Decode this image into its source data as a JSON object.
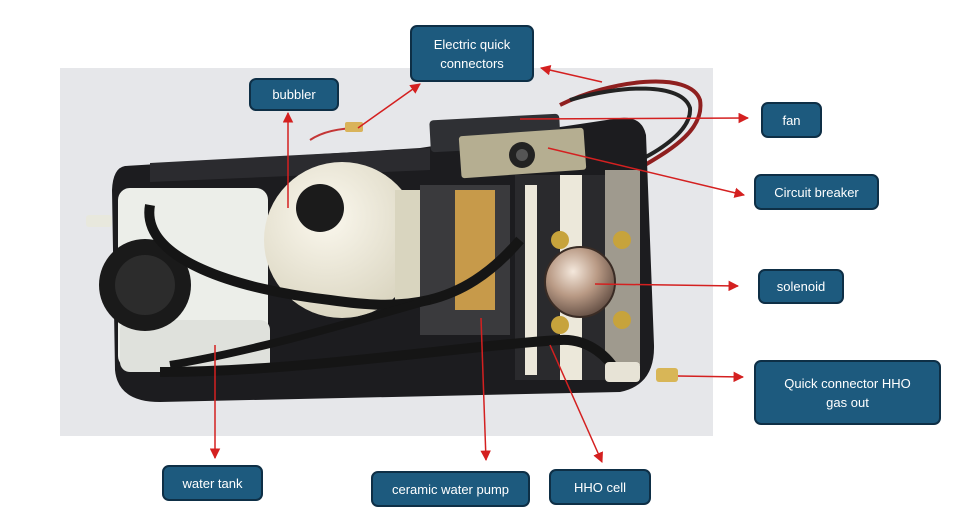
{
  "labels": {
    "electric_quick_connectors": "Electric quick connectors",
    "bubbler": "bubbler",
    "fan": "fan",
    "circuit_breaker": "Circuit breaker",
    "solenoid": "solenoid",
    "quick_connector_hho": "Quick connector HHO gas out",
    "water_tank": "water tank",
    "ceramic_water_pump": "ceramic water pump",
    "hho_cell": "HHO cell"
  },
  "colors": {
    "label_fill": "#1d5a7e",
    "label_border": "#0e2f46",
    "arrow": "#d42020",
    "photo_background": "#e6e7ea",
    "housing": "#1c1c1f"
  }
}
